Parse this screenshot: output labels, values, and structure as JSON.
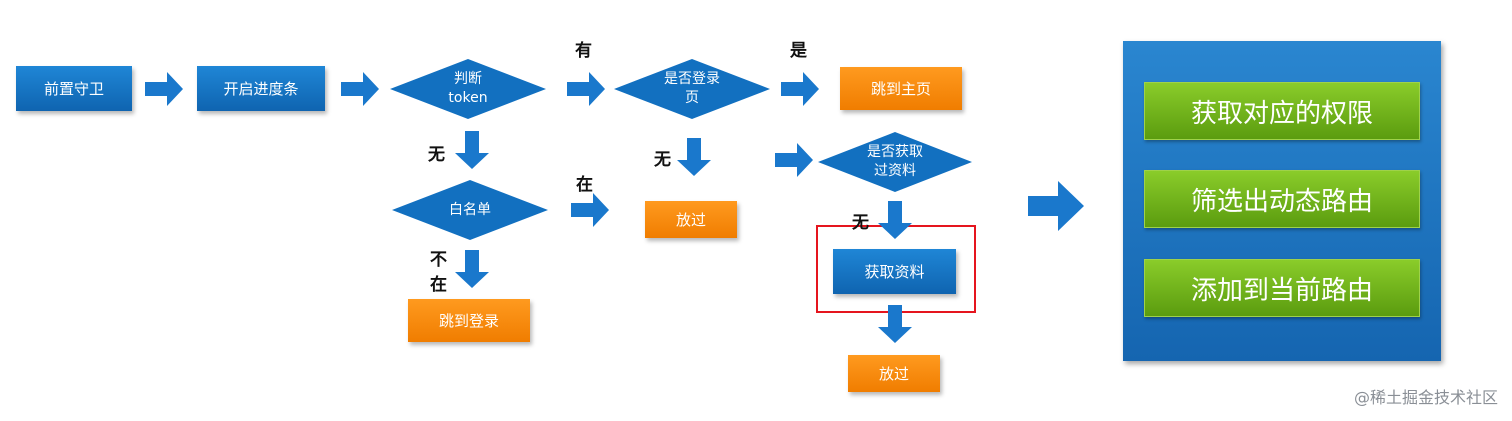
{
  "nodes": {
    "guard": "前置守卫",
    "progress": "开启进度条",
    "check_token": [
      "判断",
      "token"
    ],
    "check_login_page": [
      "是否登录",
      "页"
    ],
    "goto_home": "跳到主页",
    "whitelist": "白名单",
    "pass_1": "放过",
    "check_info": [
      "是否获取",
      "过资料"
    ],
    "get_info": "获取资料",
    "goto_login": "跳到登录",
    "pass_2": "放过"
  },
  "labels": {
    "has": "有",
    "yes": "是",
    "none_token": "无",
    "none_login": "无",
    "in_list": "在",
    "none_info": "无",
    "not_in_1": "不",
    "not_in_2": "在"
  },
  "panel": {
    "items": [
      "获取对应的权限",
      "筛选出动态路由",
      "添加到当前路由"
    ]
  },
  "watermark": "@稀土掘金技术社区",
  "colors": {
    "blue": "#1270c0",
    "orange": "#f58a0a",
    "green": "#72b41e",
    "highlight": "#e5151e"
  }
}
